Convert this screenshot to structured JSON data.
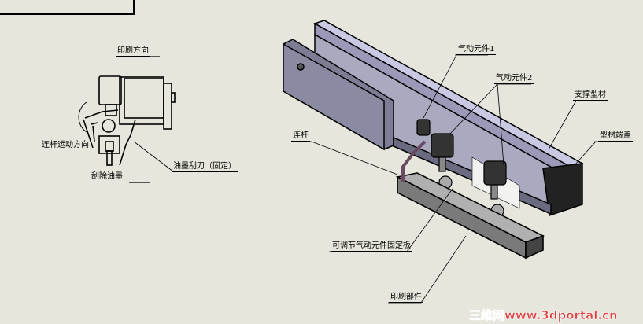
{
  "side_view": {
    "print_direction": "印刷方向",
    "link_motion_direction": "连杆运动方向",
    "ink_scraper_fixed": "油墨刮刀（固定）",
    "scrape_ink": "刮除油墨"
  },
  "iso_view": {
    "pneumatic_1": "气动元件1",
    "pneumatic_2": "气动元件2",
    "support_profile": "支撑型材",
    "profile_end_cap": "型材端盖",
    "link_rod": "连杆",
    "adjustable_plate": "可调节气动元件固定板",
    "print_part": "印刷部件"
  },
  "watermark": "三维网www.3dportal.cn",
  "colors": {
    "background": "#e6e6dc",
    "beam_top": "#b9b9dc",
    "beam_side": "#8a8aa0",
    "dark": "#2a2a2a",
    "watermark": "#e04040"
  }
}
